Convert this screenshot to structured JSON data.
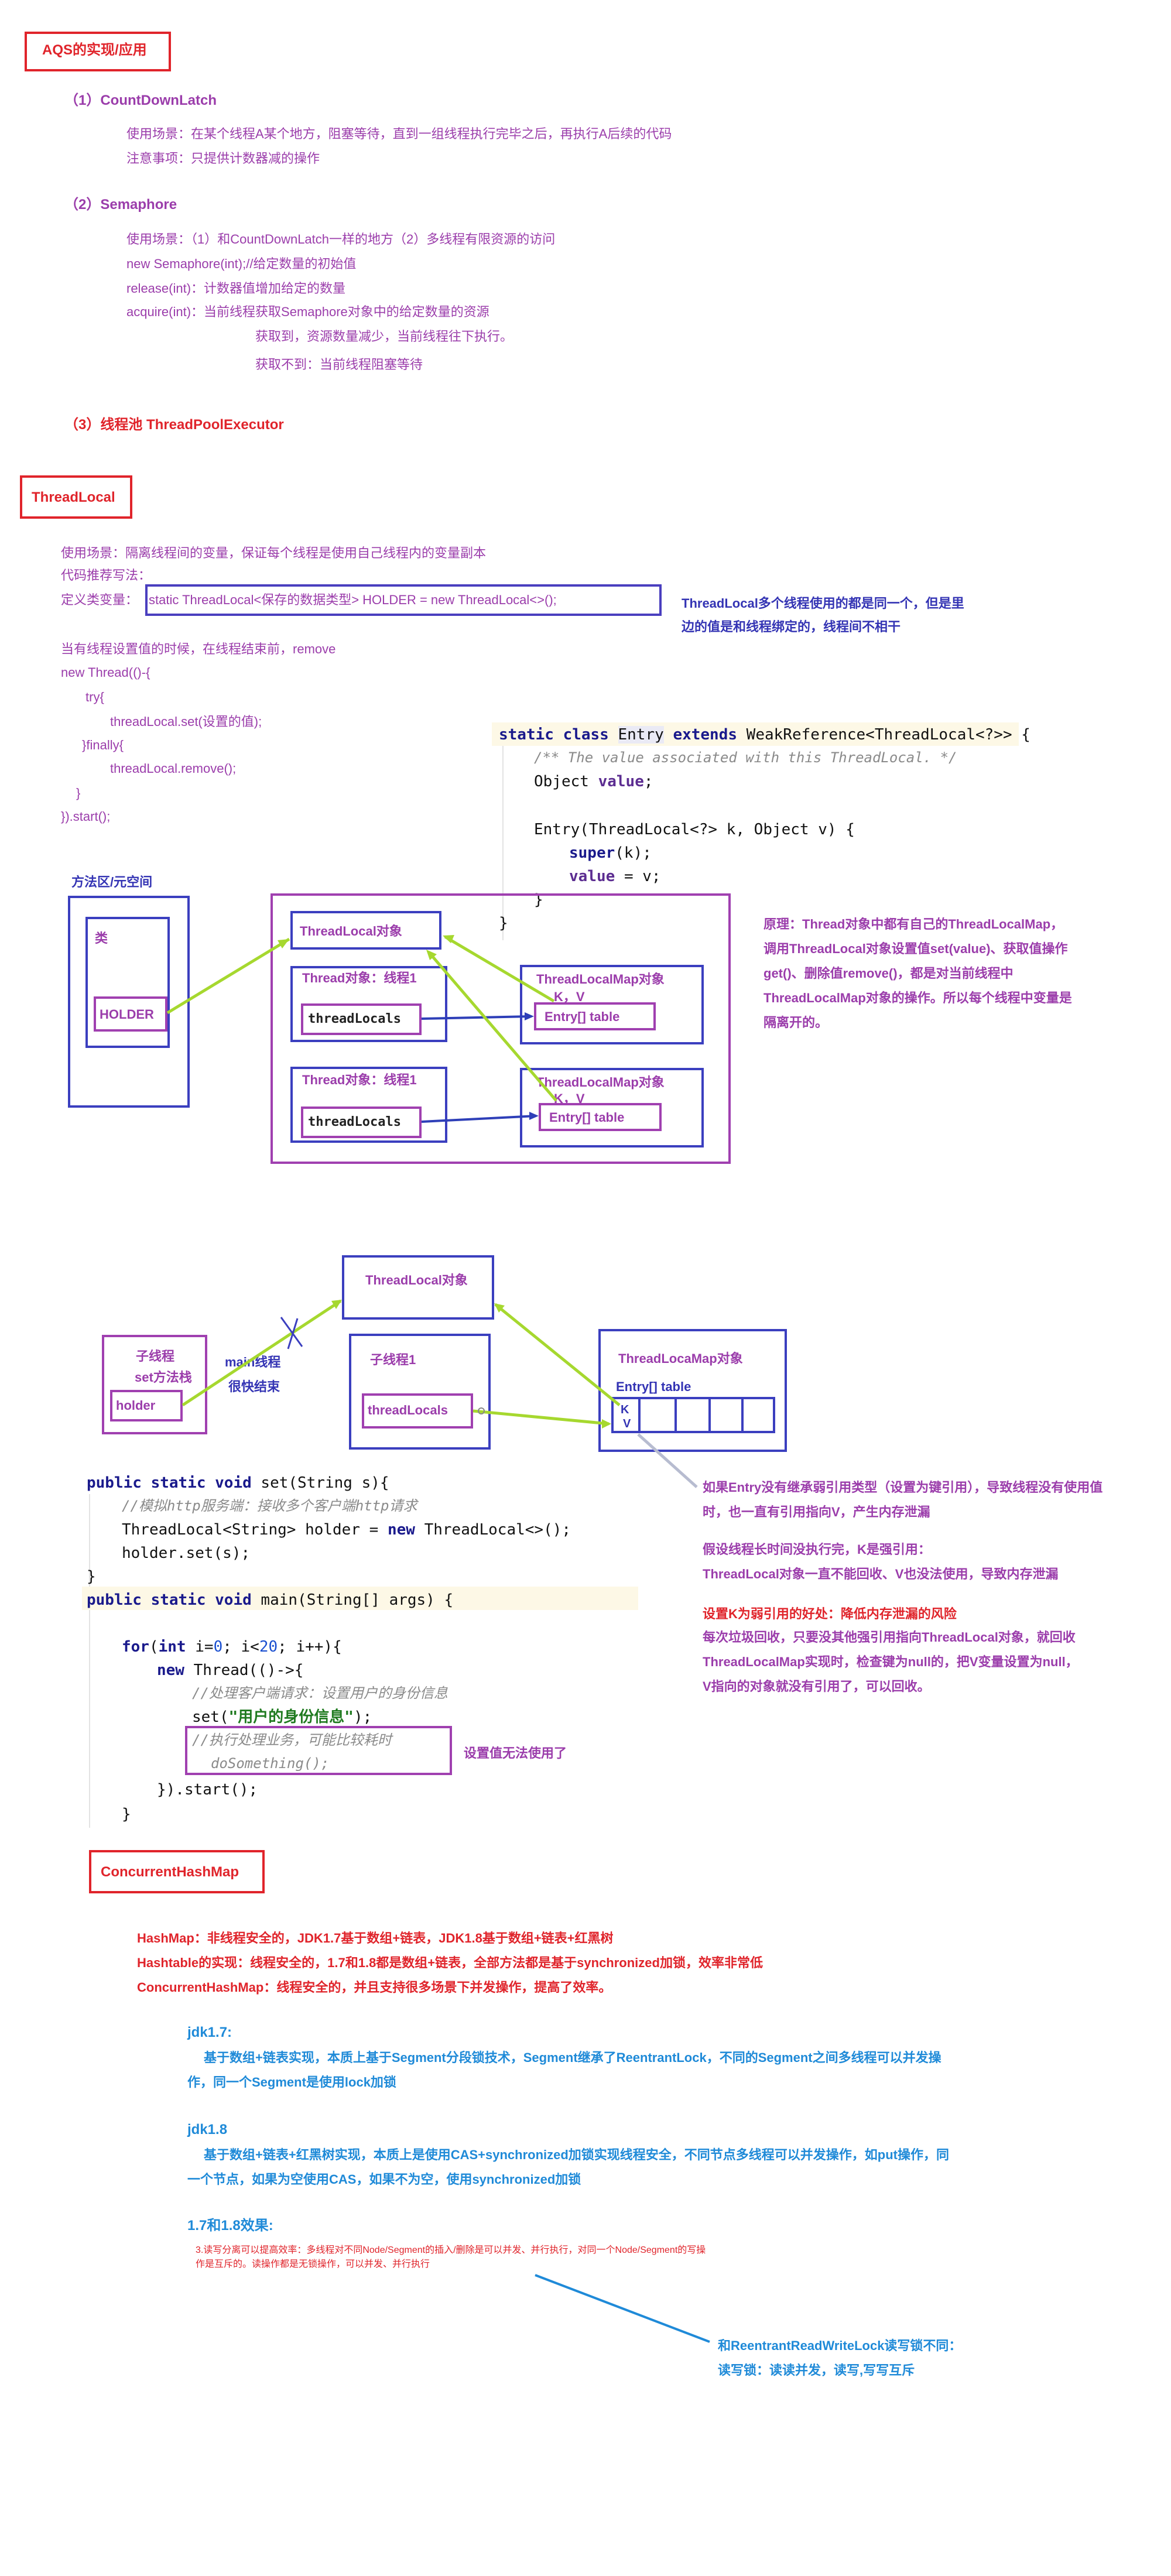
{
  "aqs": {
    "title": "AQS的实现/应用",
    "cdl_heading": "（1）CountDownLatch",
    "cdl_line1": "使用场景：在某个线程A某个地方，阻塞等待，直到一组线程执行完毕之后，再执行A后续的代码",
    "cdl_line2": "注意事项：只提供计数器减的操作",
    "sem_heading": "（2）Semaphore",
    "sem_line1": "使用场景：（1）和CountDownLatch一样的地方（2）多线程有限资源的访问",
    "sem_line2": "new Semaphore(int);//给定数量的初始值",
    "sem_line3": "release(int)：计数器值增加给定的数量",
    "sem_line4": "acquire(int)：当前线程获取Semaphore对象中的给定数量的资源",
    "sem_line5": "获取到，资源数量减少，当前线程往下执行。",
    "sem_line6": "获取不到：当前线程阻塞等待",
    "pool_heading": "（3）线程池 ThreadPoolExecutor"
  },
  "threadlocal": {
    "title": "ThreadLocal",
    "line1": "使用场景：隔离线程间的变量，保证每个线程是使用自己线程内的变量副本",
    "line2": "代码推荐写法：",
    "define_label": "定义类变量：",
    "define_code": "static ThreadLocal<保存的数据类型>    HOLDER     = new ThreadLocal<>();",
    "note1": "ThreadLocal多个线程使用的都是同一个，但是里",
    "note2": "边的值是和线程绑定的，线程间不相干",
    "set_line": "当有线程设置值的时候，在线程结束前，remove",
    "code1": "new Thread(()-{",
    "code2": "try{",
    "code3": "threadLocal.set(设置的值);",
    "code4": "}finally{",
    "code5": "threadLocal.remove();",
    "code6": "}",
    "code7": "}).start();",
    "entry_code": {
      "l1_kw1": "static class",
      "l1_name": "Entry",
      "l1_kw2": "extends",
      "l1_rest": "WeakReference<ThreadLocal<?>> {",
      "l2": "/** The value associated with this ThreadLocal. */",
      "l3_type": "Object",
      "l3_field": "value",
      "l3_end": ";",
      "l4": "Entry(ThreadLocal<?> k, Object v) {",
      "l5_kw": "super",
      "l5_rest": "(k);",
      "l6_field": "value",
      "l6_rest": "= v;",
      "l7": "}",
      "l8": "}"
    },
    "diagram": {
      "method_area": "方法区/元空间",
      "class_label": "类",
      "holder": "HOLDER",
      "tl_object": "ThreadLocal对象",
      "thread1": "Thread对象：线程1",
      "thread_locals": "threadLocals",
      "tlmap": "ThreadLocalMap对象",
      "kv": "K，V",
      "entry_table": "Entry[] table"
    },
    "principle": [
      "原理：Thread对象中都有自己的ThreadLocalMap，",
      "调用ThreadLocal对象设置值set(value)、获取值操作",
      "get()、删除值remove()，都是对当前线程中",
      "ThreadLocalMap对象的操作。所以每个线程中变量是",
      "隔离开的。"
    ]
  },
  "leak": {
    "tl_object": "ThreadLocal对象",
    "child_thread": "子线程",
    "set_method_stack": "set方法栈",
    "holder": "holder",
    "main_thread": "main线程",
    "main_end": "很快结束",
    "child_thread1": "子线程1",
    "thread_locals": "threadLocals",
    "tlmap": "ThreadLocaMap对象",
    "entry_table": "Entry[] table",
    "k": "K",
    "v": "V",
    "code": {
      "set_sig_kw": "public static void",
      "set_sig_rest": "set(String s){",
      "set_c1": "//模拟http服务端：接收多个客户端http请求",
      "set_c2a": "ThreadLocal<String> holder = ",
      "set_c2kw": "new",
      "set_c2b": " ThreadLocal<>();",
      "set_c3": "holder.set(s);",
      "set_end": "}",
      "main_kw": "public static void",
      "main_rest": "main(String[] args) {",
      "for_kw": "for",
      "for_a": "(",
      "for_int": "int",
      "for_b": " i=",
      "for_n0": "0",
      "for_c": "; i<",
      "for_n20": "20",
      "for_d": "; i++){",
      "new_kw": "new",
      "new_rest": " Thread(()->{",
      "cm1": "//处理客户端请求：设置用户的身份信息",
      "set_call_a": "set(",
      "set_call_str": "\"用户的身份信息\"",
      "set_call_b": ");",
      "cm2": "//执行处理业务，可能比较耗时",
      "do_something": "doSomething();",
      "start": "}).start();",
      "close": "}"
    },
    "unusable_note": "设置值无法使用了",
    "note_a": [
      "如果Entry没有继承弱引用类型（设置为键引用），导致线程没有使用值",
      "时，也一直有引用指向V，产生内存泄漏"
    ],
    "note_b": [
      "假设线程长时间没执行完，K是强引用：",
      "ThreadLocal对象一直不能回收、V也没法使用，导致内存泄漏"
    ],
    "note_c_title": "设置K为弱引用的好处：降低内存泄漏的风险",
    "note_c": [
      "每次垃圾回收，只要没其他强引用指向ThreadLocal对象，就回收",
      "ThreadLocalMap实现时，检查键为null的，把V变量设置为null，",
      "V指向的对象就没有引用了，可以回收。"
    ]
  },
  "chm": {
    "title": "ConcurrentHashMap",
    "line1": "HashMap：非线程安全的，JDK1.7基于数组+链表，JDK1.8基于数组+链表+红黑树",
    "line2": "Hashtable的实现：线程安全的，1.7和1.8都是数组+链表，全部方法都是基于synchronized加锁，效率非常低",
    "line3": "ConcurrentHashMap：线程安全的，并且支持很多场景下并发操作，提高了效率。",
    "jdk17_title": "jdk1.7:",
    "jdk17_l1": "基于数组+链表实现，本质上基于Segment分段锁技术，Segment继承了ReentrantLock，不同的Segment之间多线程可以并发操",
    "jdk17_l2": "作，同一个Segment是使用lock加锁",
    "jdk18_title": "jdk1.8",
    "jdk18_l1": "基于数组+链表+红黑树实现，本质上是使用CAS+synchronized加锁实现线程安全，不同节点多线程可以并发操作，如put操作，同",
    "jdk18_l2": "一个节点，如果为空使用CAS，如果不为空，使用synchronized加锁",
    "effect_title": "1.7和1.8效果:",
    "effect_l1": "3.读写分离可以提高效率：多线程对不同Node/Segment的插入/删除是可以并发、并行执行，对同一个Node/Segment的写操",
    "effect_l2": "作是互斥的。读操作都是无锁操作，可以并发、并行执行",
    "rw_l1": "和ReentrantReadWriteLock读写锁不同：",
    "rw_l2": "读写锁：读读并发，读写,写写互斥"
  }
}
